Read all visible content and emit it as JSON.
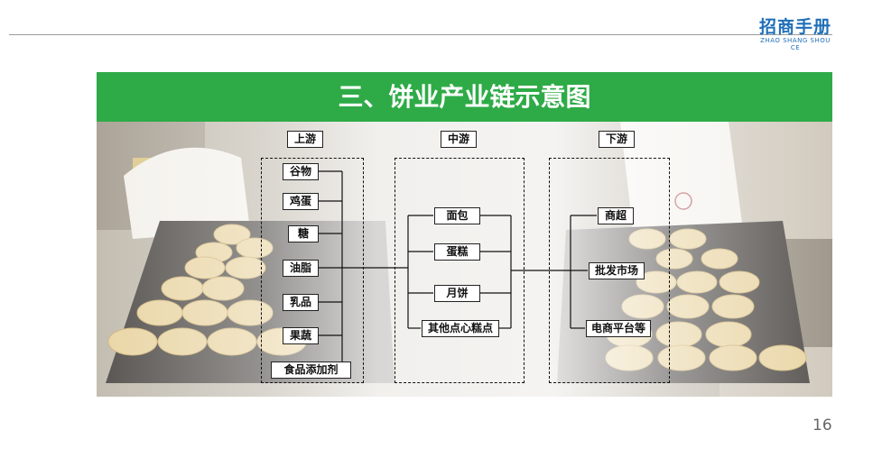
{
  "header": {
    "logo_main": "招商手册",
    "logo_sub": "ZHAO SHANG SHOU CE"
  },
  "banner": {
    "title": "三、饼业产业链示意图"
  },
  "diagram": {
    "upstream": {
      "label": "上游",
      "items": [
        "谷物",
        "鸡蛋",
        "糖",
        "油脂",
        "乳品",
        "果蔬",
        "食品添加剂"
      ]
    },
    "midstream": {
      "label": "中游",
      "items": [
        "面包",
        "蛋糕",
        "月饼",
        "其他点心糕点"
      ]
    },
    "downstream": {
      "label": "下游",
      "items": [
        "商超",
        "批发市场",
        "电商平台等"
      ]
    }
  },
  "footer": {
    "page_number": "16"
  },
  "colors": {
    "banner": "#2eab47",
    "logo": "#1f6fb8"
  }
}
